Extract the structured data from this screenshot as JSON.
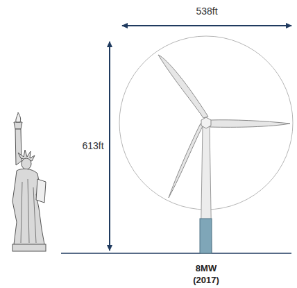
{
  "diagram": {
    "labels": [
      "538ft",
      "613ft",
      "8MW",
      "(2017)"
    ]
  }
}
